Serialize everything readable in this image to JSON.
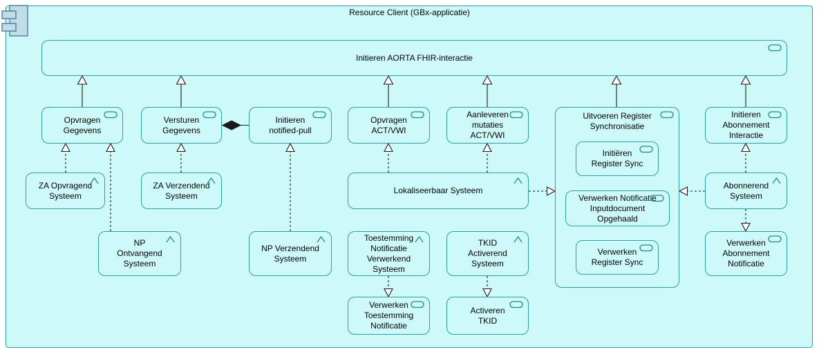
{
  "diagram": {
    "title": "Resource Client (GBx-applicatie)",
    "colors": {
      "element_fill": "#cdfaf9",
      "element_border": "#2e9e9e",
      "line": "#1a1a1a",
      "component_icon_fill": "#bfdce9"
    },
    "nodes": {
      "resource_client": {
        "label": "Resource Client (GBx-applicatie)",
        "type": "application-component"
      },
      "initieren_aorta": {
        "label": "Initieren AORTA FHIR-interactie",
        "type": "application-service"
      },
      "opvragen_gegevens": {
        "label": "Opvragen\nGegevens",
        "type": "application-service"
      },
      "versturen_gegevens": {
        "label": "Versturen\nGegevens",
        "type": "application-service"
      },
      "initieren_notified_pull": {
        "label": "Initieren\nnotified-pull",
        "type": "application-service"
      },
      "opvragen_act_vwi": {
        "label": "Opvragen\nACT/VWI",
        "type": "application-service"
      },
      "aanleveren_mutaties": {
        "label": "Aanleveren\nmutaties\nACT/VWI",
        "type": "application-service"
      },
      "uitvoeren_register_sync": {
        "label": "Uitvoeren Register\nSynchronisatie",
        "type": "application-service"
      },
      "initieren_register_sync": {
        "label": "Initiëren\nRegister Sync",
        "type": "application-service"
      },
      "verwerken_notificatie_input": {
        "label": "Verwerken Notificatie\nInputdocument\nOpgehaald",
        "type": "application-service"
      },
      "verwerken_register_sync": {
        "label": "Verwerken\nRegister Sync",
        "type": "application-service"
      },
      "initieren_abonnement": {
        "label": "Initieren\nAbonnement\nInteractie",
        "type": "application-service"
      },
      "za_opvragend": {
        "label": "ZA Opvragend\nSysteem",
        "type": "application-function"
      },
      "za_verzendend": {
        "label": "ZA Verzendend\nSysteem",
        "type": "application-function"
      },
      "np_ontvangend": {
        "label": "NP\nOntvangend\nSysteem",
        "type": "application-function"
      },
      "np_verzendend": {
        "label": "NP Verzendend\nSysteem",
        "type": "application-function"
      },
      "lokaliseerbaar": {
        "label": "Lokaliseerbaar Systeem",
        "type": "application-function"
      },
      "toestemming_verwerkend": {
        "label": "Toestemming\nNotificatie\nVerwerkend\nSysteem",
        "type": "application-function"
      },
      "tkid_activerend": {
        "label": "TKID\nActiverend\nSysteem",
        "type": "application-function"
      },
      "abonnerend": {
        "label": "Abonnerend\nSysteem",
        "type": "application-function"
      },
      "verwerken_abonnement": {
        "label": "Verwerken\nAbonnement\nNotificatie",
        "type": "application-service"
      },
      "verwerken_toestemming": {
        "label": "Verwerken\nToestemming\nNotificatie",
        "type": "application-service"
      },
      "activeren_tkid": {
        "label": "Activeren\nTKID",
        "type": "application-service"
      }
    },
    "relationships": [
      {
        "source": "Opvragen Gegevens",
        "target": "Initieren AORTA FHIR-interactie",
        "type": "specialization"
      },
      {
        "source": "Versturen Gegevens",
        "target": "Initieren AORTA FHIR-interactie",
        "type": "specialization"
      },
      {
        "source": "Opvragen ACT/VWI",
        "target": "Initieren AORTA FHIR-interactie",
        "type": "specialization"
      },
      {
        "source": "Aanleveren mutaties ACT/VWI",
        "target": "Initieren AORTA FHIR-interactie",
        "type": "specialization"
      },
      {
        "source": "Uitvoeren Register Synchronisatie",
        "target": "Initieren AORTA FHIR-interactie",
        "type": "specialization"
      },
      {
        "source": "Initieren Abonnement Interactie",
        "target": "Initieren AORTA FHIR-interactie",
        "type": "specialization"
      },
      {
        "source": "Versturen Gegevens",
        "target": "Initieren notified-pull",
        "type": "composition"
      },
      {
        "source": "ZA Opvragend Systeem",
        "target": "Opvragen Gegevens",
        "type": "realization"
      },
      {
        "source": "NP Ontvangend Systeem",
        "target": "Opvragen Gegevens",
        "type": "realization"
      },
      {
        "source": "ZA Verzendend Systeem",
        "target": "Versturen Gegevens",
        "type": "realization"
      },
      {
        "source": "NP Verzendend Systeem",
        "target": "Initieren notified-pull",
        "type": "realization"
      },
      {
        "source": "Lokaliseerbaar Systeem",
        "target": "Opvragen ACT/VWI",
        "type": "realization"
      },
      {
        "source": "Lokaliseerbaar Systeem",
        "target": "Aanleveren mutaties ACT/VWI",
        "type": "realization"
      },
      {
        "source": "Lokaliseerbaar Systeem",
        "target": "Uitvoeren Register Synchronisatie",
        "type": "realization"
      },
      {
        "source": "Abonnerend Systeem",
        "target": "Uitvoeren Register Synchronisatie",
        "type": "realization"
      },
      {
        "source": "Abonnerend Systeem",
        "target": "Initieren Abonnement Interactie",
        "type": "realization"
      },
      {
        "source": "Abonnerend Systeem",
        "target": "Verwerken Abonnement Notificatie",
        "type": "realization"
      },
      {
        "source": "Toestemming Notificatie Verwerkend Systeem",
        "target": "Verwerken Toestemming Notificatie",
        "type": "realization"
      },
      {
        "source": "TKID Activerend Systeem",
        "target": "Activeren TKID",
        "type": "realization"
      }
    ]
  }
}
